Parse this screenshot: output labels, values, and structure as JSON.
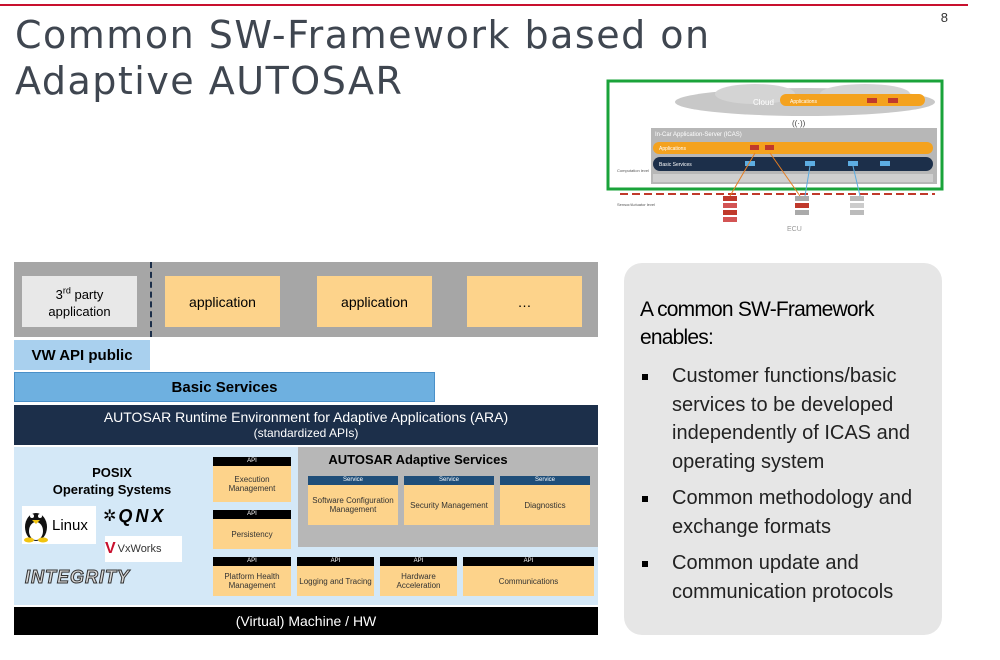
{
  "slide": {
    "page_number": "8",
    "title_line1": "Common SW-Framework based on",
    "title_line2": "Adaptive AUTOSAR"
  },
  "architecture": {
    "apps": {
      "third_party_line1": "3rd party",
      "third_party_line2": "application",
      "app1": "application",
      "app2": "application",
      "app3": "…"
    },
    "vw_api": "VW API public",
    "basic_services": "Basic Services",
    "ara_title": "AUTOSAR Runtime Environment for Adaptive Applications (ARA)",
    "ara_sub": "(standardized APIs)",
    "posix_line1": "POSIX",
    "posix_line2": "Operating Systems",
    "os_logos": {
      "linux": "Linux",
      "qnx": "QNX",
      "vxworks": "VxWorks",
      "integrity": "INTEGRITY"
    },
    "adaptive_services_title": "AUTOSAR Adaptive Services",
    "api_tag": "API",
    "service_tag": "Service",
    "execution_management": "Execution Management",
    "persistency": "Persistency",
    "software_configuration_management": "Software Configuration Management",
    "security_management": "Security Management",
    "diagnostics": "Diagnostics",
    "platform_health_management": "Platform Health Management",
    "logging_and_tracing": "Logging and Tracing",
    "hardware_acceleration": "Hardware Acceleration",
    "communications": "Communications",
    "machine": "(Virtual) Machine / HW"
  },
  "icas_diagram": {
    "cloud": "Cloud",
    "cloud_apps": "Applications",
    "server_title": "In-Car Application-Server (ICAS)",
    "applications": "Applications",
    "basic_services": "Basic Services",
    "computation_level": "Computation level",
    "sensor_level": "Sensor/Actuator level",
    "ecu": "ECU"
  },
  "card": {
    "heading": "A common SW-Framework enables:",
    "bullets": [
      "Customer functions/basic services to be developed independently of ICAS and operating system",
      "Common methodology and exchange formats",
      "Common update and communication protocols"
    ]
  },
  "colors": {
    "accent_red": "#c8102e",
    "orange": "#fdd38b",
    "navy": "#1c2f4a",
    "light_blue": "#a9d0ee",
    "green": "#1aa33a"
  }
}
